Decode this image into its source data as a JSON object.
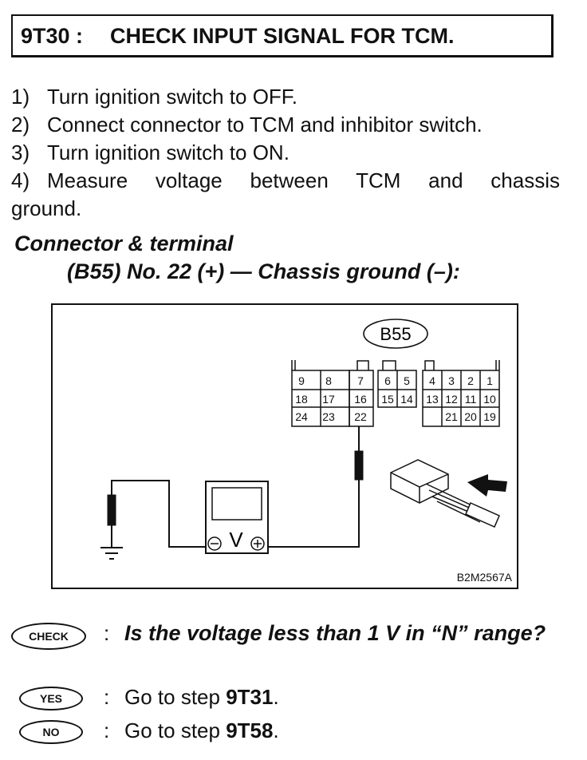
{
  "header": {
    "code": "9T30 :",
    "title": "CHECK INPUT SIGNAL FOR TCM."
  },
  "steps": [
    {
      "num": "1)",
      "text": "Turn ignition switch to OFF."
    },
    {
      "num": "2)",
      "text": "Connect connector to TCM and inhibitor switch."
    },
    {
      "num": "3)",
      "text": "Turn ignition switch to ON."
    },
    {
      "num": "4)",
      "text": "Measure voltage between TCM and chassis",
      "cont": "ground."
    }
  ],
  "connector_section": {
    "title": "Connector & terminal",
    "subtitle": "(B55) No. 22 (+) — Chassis ground (–):"
  },
  "diagram": {
    "connector_label": "B55",
    "rows": [
      [
        "9",
        "8",
        "7",
        "6",
        "5",
        "4",
        "3",
        "2",
        "1"
      ],
      [
        "18",
        "17",
        "16",
        "15",
        "14",
        "13",
        "12",
        "11",
        "10"
      ],
      [
        "24",
        "23",
        "22",
        "21",
        "20",
        "19"
      ]
    ],
    "meter_symbol": "V",
    "figure_id": "B2M2567A"
  },
  "check": {
    "badge": "CHECK",
    "question": "Is the voltage less than 1 V in “N” range?"
  },
  "yes": {
    "badge": "YES",
    "prefix": "Go to step ",
    "target": "9T31",
    "suffix": "."
  },
  "no": {
    "badge": "NO",
    "prefix": "Go to step ",
    "target": "9T58",
    "suffix": "."
  }
}
